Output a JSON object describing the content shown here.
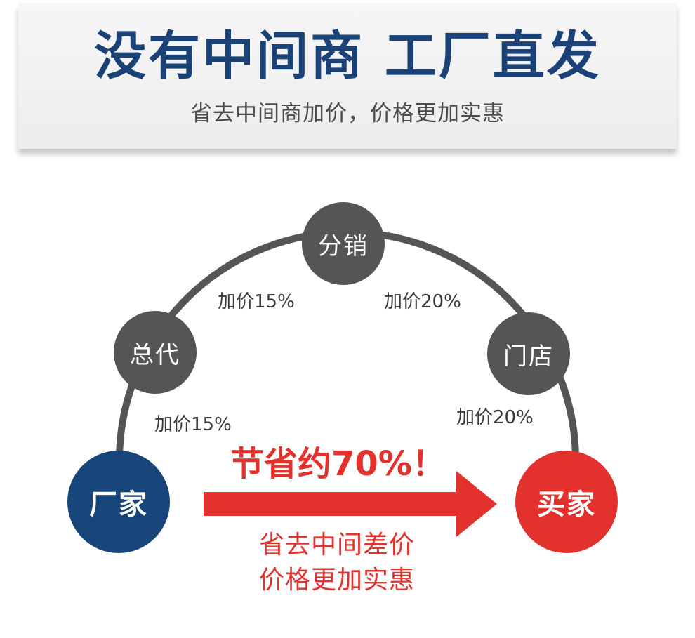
{
  "header": {
    "headline": "没有中间商 工厂直发",
    "subline": "省去中间商加价，价格更加实惠"
  },
  "nodes": {
    "factory": "厂家",
    "agent": "总代",
    "distribution": "分销",
    "store": "门店",
    "buyer": "买家"
  },
  "markups": {
    "factory_to_agent": "加价15%",
    "agent_to_distribution": "加价15%",
    "distribution_to_store": "加价20%",
    "store_to_buyer": "加价20%"
  },
  "savings": {
    "headline": "节省约70%！",
    "line1": "省去中间差价",
    "line2": "价格更加实惠"
  },
  "colors": {
    "title_blue": "#1a4276",
    "factory_blue": "#18467b",
    "buyer_red": "#e3312d",
    "node_gray": "#555555",
    "arc_gray": "#555555"
  }
}
